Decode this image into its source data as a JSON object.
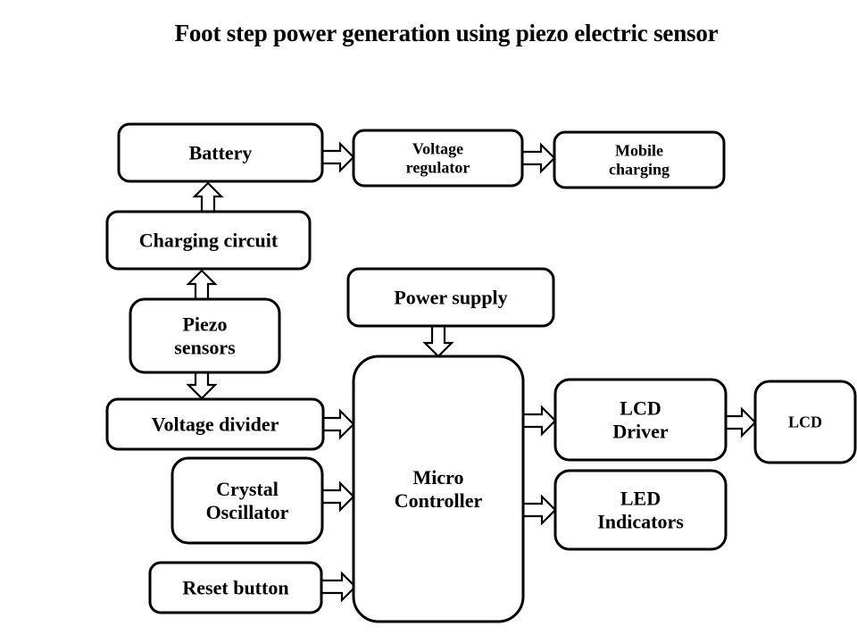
{
  "title": "Foot step power generation using piezo electric sensor",
  "blocks": {
    "battery": {
      "lines": [
        "Battery"
      ]
    },
    "voltage_regulator": {
      "lines": [
        "Voltage",
        "regulator"
      ]
    },
    "mobile_charging": {
      "lines": [
        "Mobile",
        "charging"
      ]
    },
    "charging_circuit": {
      "lines": [
        "Charging circuit"
      ]
    },
    "piezo_sensors": {
      "lines": [
        "Piezo",
        "sensors"
      ]
    },
    "power_supply": {
      "lines": [
        "Power supply"
      ]
    },
    "voltage_divider": {
      "lines": [
        "Voltage divider"
      ]
    },
    "crystal_oscillator": {
      "lines": [
        "Crystal",
        "Oscillator"
      ]
    },
    "reset_button": {
      "lines": [
        "Reset button"
      ]
    },
    "micro_controller": {
      "lines": [
        "Micro",
        "Controller"
      ]
    },
    "lcd_driver": {
      "lines": [
        "LCD",
        "Driver"
      ]
    },
    "led_indicators": {
      "lines": [
        "LED",
        "Indicators"
      ]
    },
    "lcd": {
      "lines": [
        "LCD"
      ]
    }
  },
  "connections": [
    {
      "from": "battery",
      "to": "voltage_regulator",
      "direction": "right"
    },
    {
      "from": "voltage_regulator",
      "to": "mobile_charging",
      "direction": "right"
    },
    {
      "from": "charging_circuit",
      "to": "battery",
      "direction": "up"
    },
    {
      "from": "piezo_sensors",
      "to": "charging_circuit",
      "direction": "up"
    },
    {
      "from": "piezo_sensors",
      "to": "voltage_divider",
      "direction": "down"
    },
    {
      "from": "power_supply",
      "to": "micro_controller",
      "direction": "down"
    },
    {
      "from": "voltage_divider",
      "to": "micro_controller",
      "direction": "right"
    },
    {
      "from": "crystal_oscillator",
      "to": "micro_controller",
      "direction": "right"
    },
    {
      "from": "reset_button",
      "to": "micro_controller",
      "direction": "right"
    },
    {
      "from": "micro_controller",
      "to": "lcd_driver",
      "direction": "right"
    },
    {
      "from": "micro_controller",
      "to": "led_indicators",
      "direction": "right"
    },
    {
      "from": "lcd_driver",
      "to": "lcd",
      "direction": "right"
    }
  ]
}
